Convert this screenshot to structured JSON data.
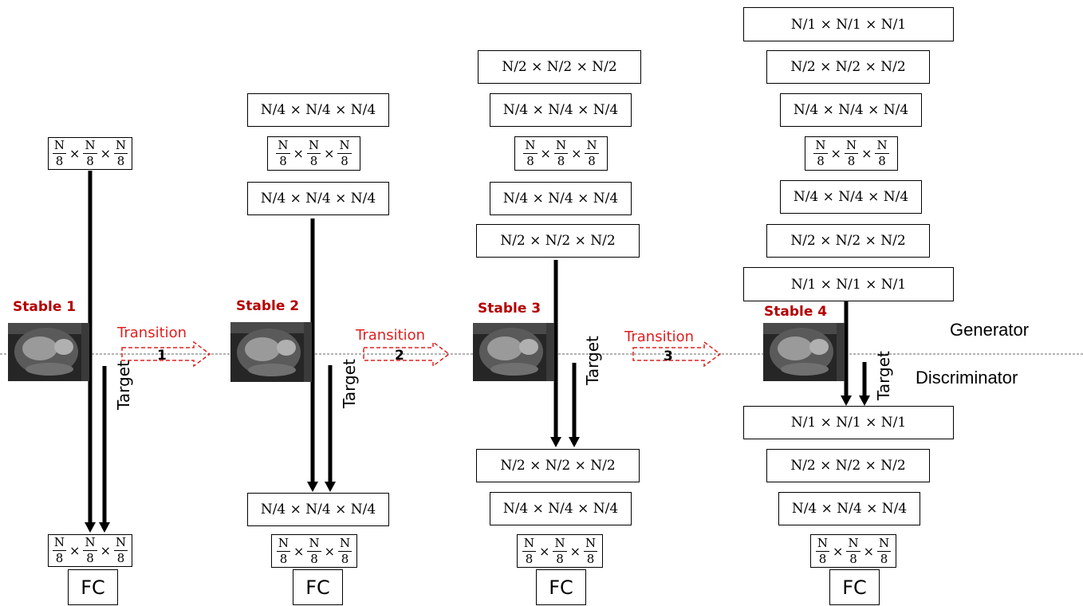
{
  "labels": {
    "generator": "Generator",
    "discriminator": "Discriminator",
    "target": "Target",
    "transition": "Transition",
    "fc": "FC"
  },
  "stages": [
    {
      "label": "Stable 1",
      "transition_number": "1"
    },
    {
      "label": "Stable 2",
      "transition_number": "2"
    },
    {
      "label": "Stable 3",
      "transition_number": "3"
    },
    {
      "label": "Stable 4"
    }
  ],
  "dims": {
    "d1": "N/1 × N/1 × N/1",
    "d2": "N/2 × N/2 × N/2",
    "d4": "N/4 × N/4 × N/4",
    "d8_num": "N",
    "d8_den": "8",
    "times": "×"
  },
  "colors": {
    "stable_label": "#b40000",
    "transition": "#e02020",
    "arrow": "#000000"
  }
}
